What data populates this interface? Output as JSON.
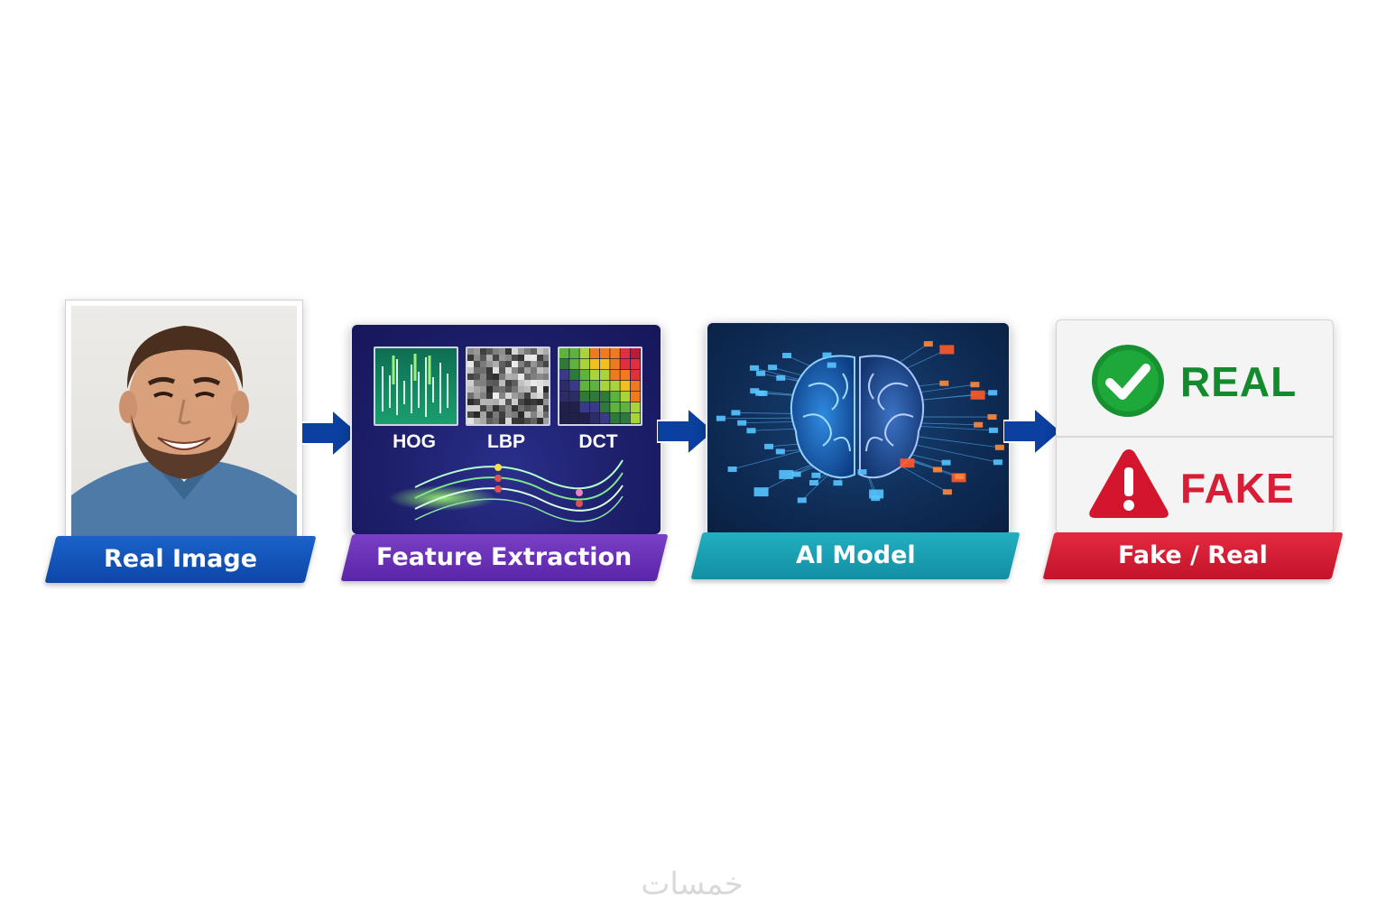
{
  "steps": {
    "input": {
      "label": "Real Image"
    },
    "features": {
      "label": "Feature Extraction",
      "methods": [
        "HOG",
        "LBP",
        "DCT"
      ]
    },
    "model": {
      "label": "AI Model"
    },
    "output": {
      "label": "Fake / Real",
      "real_result": "REAL",
      "fake_result": "FAKE"
    }
  },
  "watermark": {
    "text": "خمسات"
  },
  "colors": {
    "blue": "#0d47a8",
    "purple": "#5a25a8",
    "teal": "#138fa3",
    "red": "#c2142b",
    "real_green": "#138a2e",
    "fake_red": "#d81e36",
    "arrow_blue": "#0b3fa0"
  },
  "icons": [
    "check-circle-icon",
    "warning-triangle-icon",
    "brain-icon",
    "person-photo"
  ]
}
